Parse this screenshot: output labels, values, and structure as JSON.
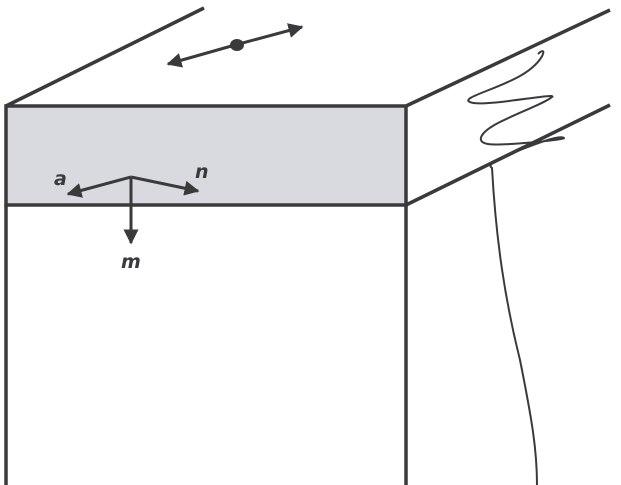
{
  "labels": {
    "a": "a",
    "n": "n",
    "m": "m"
  },
  "colors": {
    "stroke": "#3a3a3c",
    "shaded_layer": "#d9dadf",
    "background": "#ffffff"
  }
}
